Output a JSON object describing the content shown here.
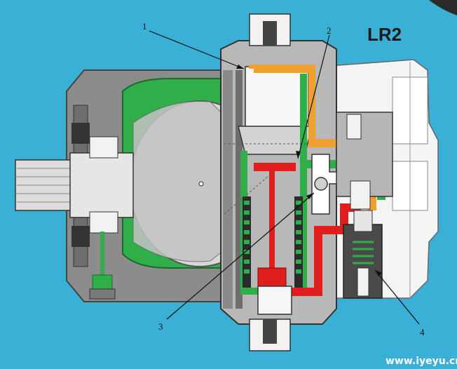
{
  "figure": {
    "title": "LR2",
    "callouts": [
      "1",
      "2",
      "3",
      "4"
    ],
    "watermark": "www.iyeyu.cn"
  },
  "colors": {
    "background": "#3ab0d6",
    "housing": "#8c8c8c",
    "housing_light": "#c9c9c9",
    "low_pressure": "#2fae4a",
    "high_pressure": "#e01e1e",
    "control_pressure": "#f0a030",
    "metal_white": "#eeeeee"
  }
}
